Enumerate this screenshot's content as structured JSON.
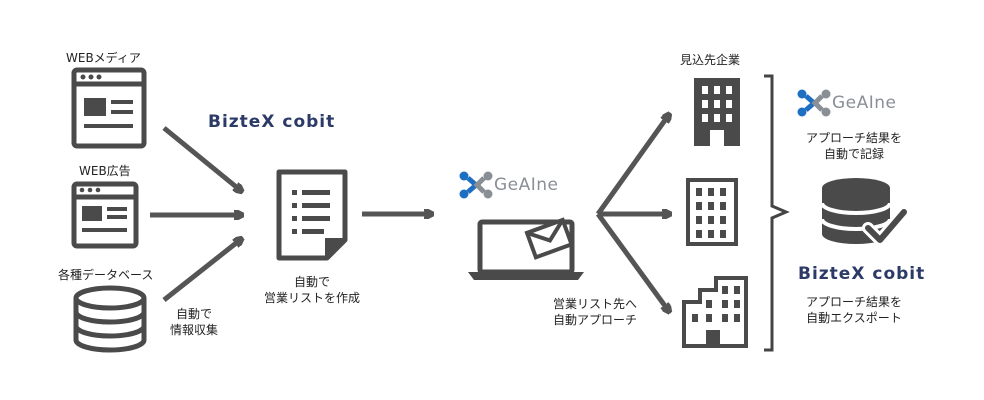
{
  "sources": {
    "web_media": "WEBメディア",
    "web_ads": "WEB広告",
    "databases": "各種データベース"
  },
  "collect_label_1": "自動で",
  "collect_label_2": "情報収集",
  "bizte_brand": "BizteX cobit",
  "create_list_1": "自動で",
  "create_list_2": "営業リストを作成",
  "gealne_brand": "GeAIne",
  "approach_1": "営業リスト先へ",
  "approach_2": "自動アプローチ",
  "prospects_title": "見込先企業",
  "right_gealne_brand": "GeAIne",
  "record_1": "アプローチ結果を",
  "record_2": "自動で記録",
  "right_bizte_brand": "BizteX cobit",
  "export_1": "アプローチ結果を",
  "export_2": "自動エクスポート",
  "colors": {
    "icon": "#4a4a4a",
    "arrow": "#555555",
    "gealne_blue": "#1e6fc2",
    "gealne_gray": "#8a8f96",
    "bizte_navy": "#2b3a67"
  }
}
